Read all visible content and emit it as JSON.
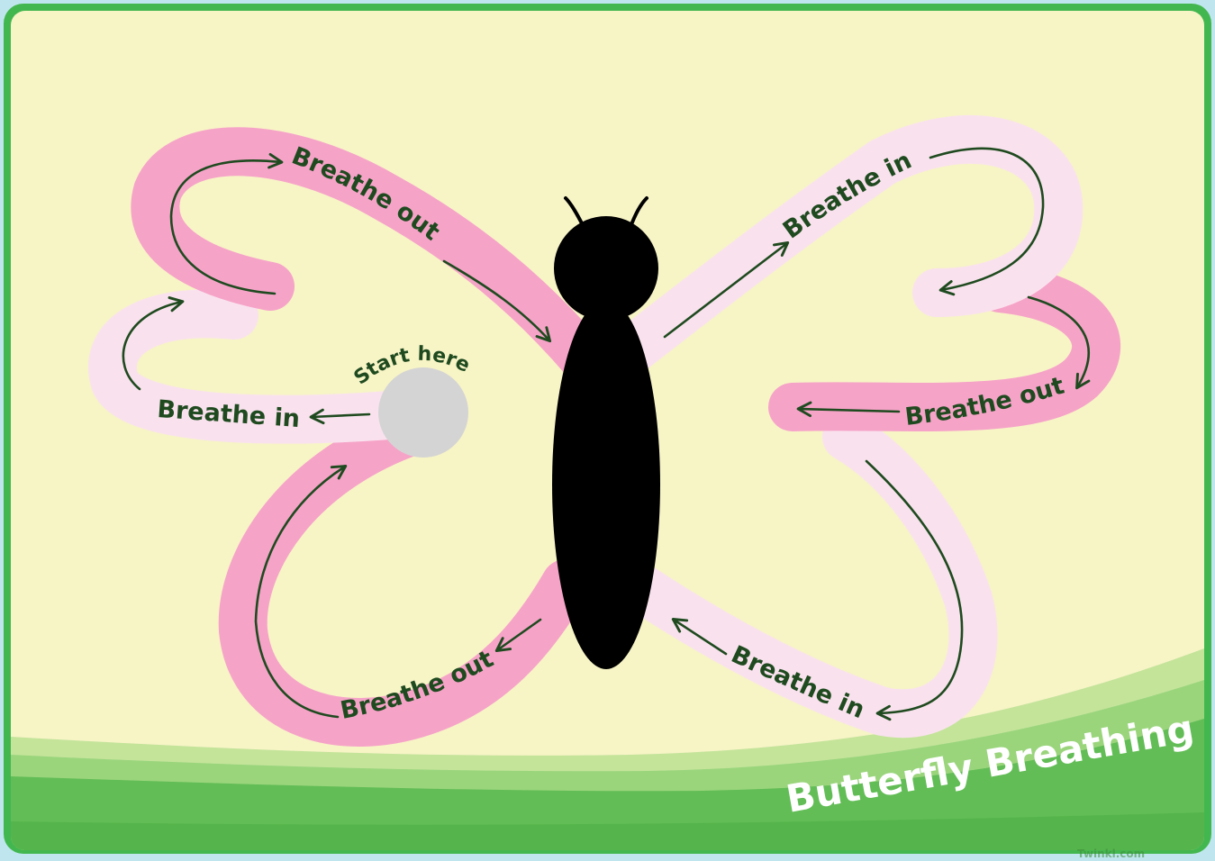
{
  "title": "Butterfly Breathing",
  "start_label": "Start here",
  "labels": {
    "left_top": "Breathe out",
    "left_middle": "Breathe in",
    "left_bottom": "Breathe out",
    "right_top": "Breathe in",
    "right_middle": "Breathe out",
    "right_bottom": "Breathe in"
  },
  "watermark": "Twinkl.com",
  "colors": {
    "frame": "#43b74f",
    "background": "#f7f4c6",
    "breathe_out_track": "#f6a3c8",
    "breathe_in_track": "#f9e2ee",
    "start_circle": "#d4d4d4",
    "body": "#000000",
    "text_and_arrows": "#1f4a1f",
    "hills": "#62bd56"
  }
}
